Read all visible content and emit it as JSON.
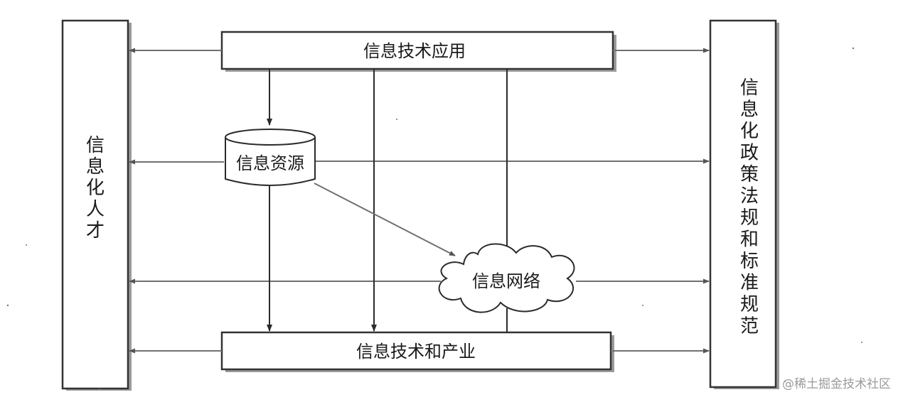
{
  "nodes": {
    "app": "信息技术应用",
    "resource": "信息资源",
    "network": "信息网络",
    "industry": "信息技术和产业",
    "talent": "信息化人才",
    "policy": "信息化政策法规和标准规范"
  },
  "watermark": "@稀土掘金技术社区"
}
